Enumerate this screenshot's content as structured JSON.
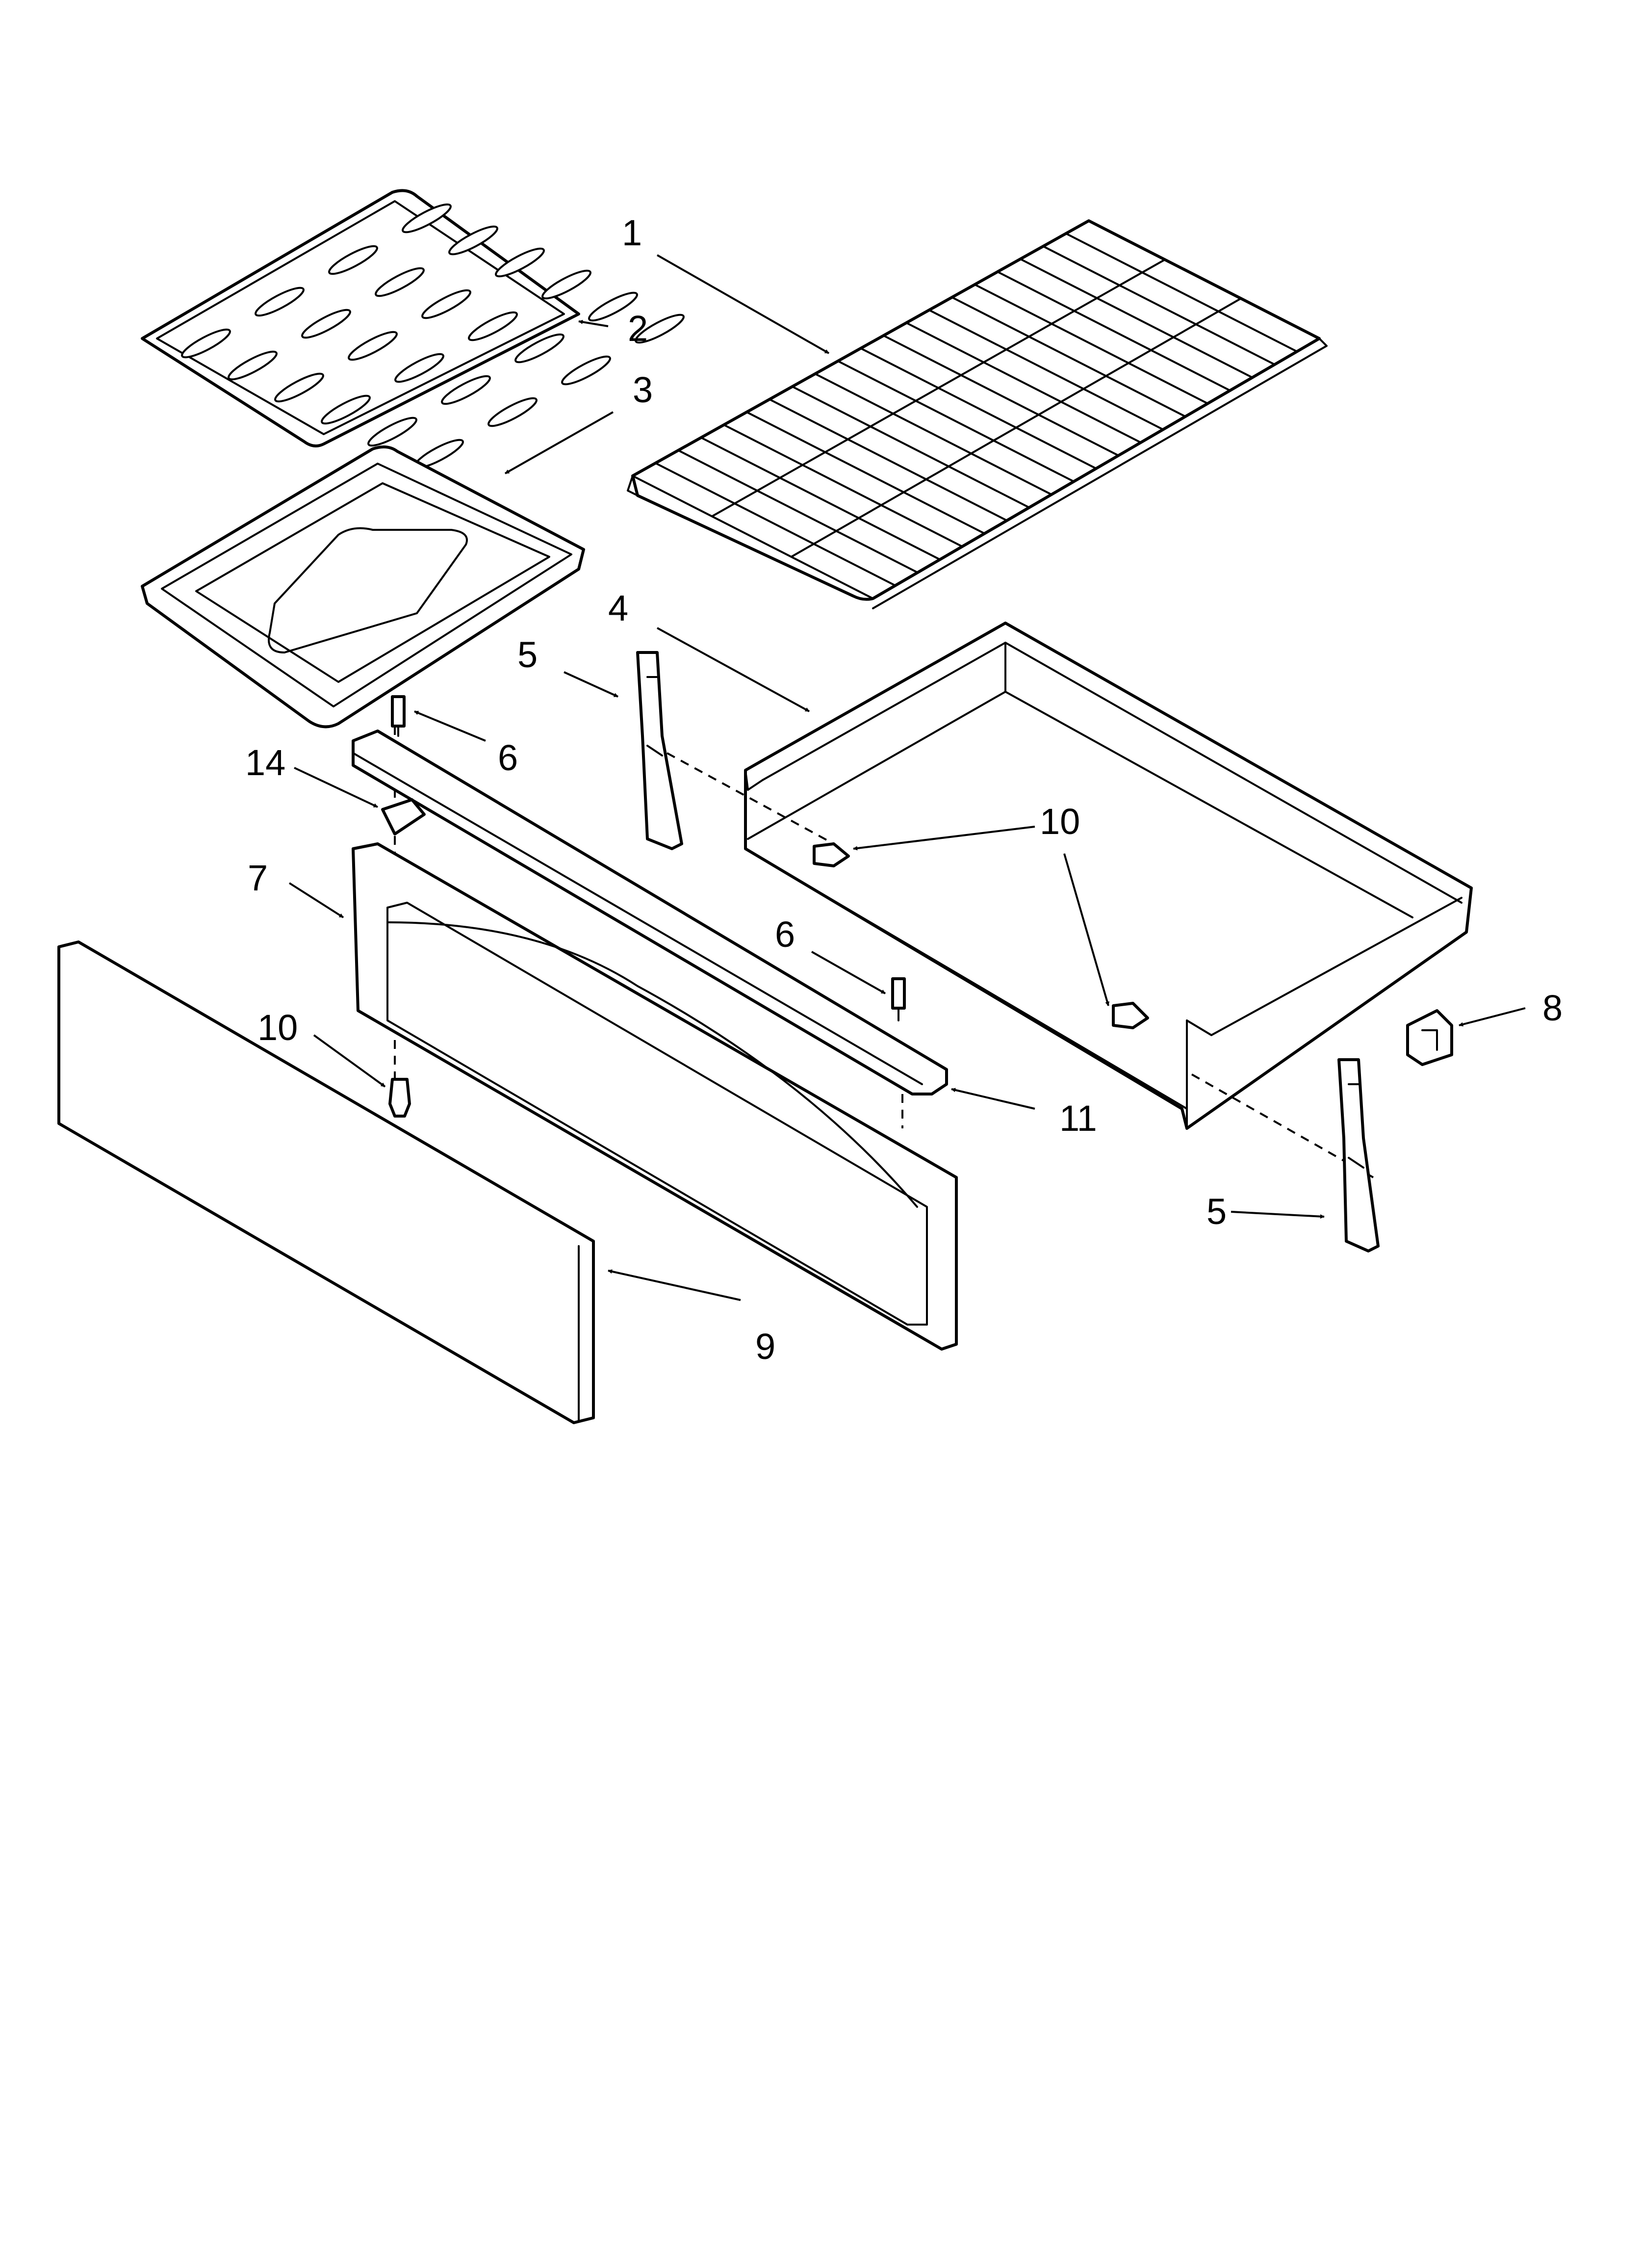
{
  "diagram": {
    "parts": [
      {
        "id": "p1",
        "name": "oven-rack",
        "label": "1"
      },
      {
        "id": "p2",
        "name": "broiler-grid",
        "label": "2"
      },
      {
        "id": "p3",
        "name": "broiler-pan",
        "label": "3"
      },
      {
        "id": "p4",
        "name": "drawer-pan",
        "label": "4"
      },
      {
        "id": "p5a",
        "name": "drawer-slide-left",
        "label": "5"
      },
      {
        "id": "p5b",
        "name": "drawer-slide-right",
        "label": "5"
      },
      {
        "id": "p6a",
        "name": "stud-left",
        "label": "6"
      },
      {
        "id": "p6b",
        "name": "stud-right",
        "label": "6"
      },
      {
        "id": "p7",
        "name": "drawer-front",
        "label": "7"
      },
      {
        "id": "p8",
        "name": "clip",
        "label": "8"
      },
      {
        "id": "p9",
        "name": "drawer-panel",
        "label": "9"
      },
      {
        "id": "p10a",
        "name": "screw-drawer-left",
        "label": "10"
      },
      {
        "id": "p10b",
        "name": "screw-drawer-right",
        "label": "10"
      },
      {
        "id": "p10c",
        "name": "screw-front",
        "label": "10"
      },
      {
        "id": "p11",
        "name": "handle-bar",
        "label": "11"
      },
      {
        "id": "p14",
        "name": "spacer",
        "label": "14"
      }
    ]
  }
}
